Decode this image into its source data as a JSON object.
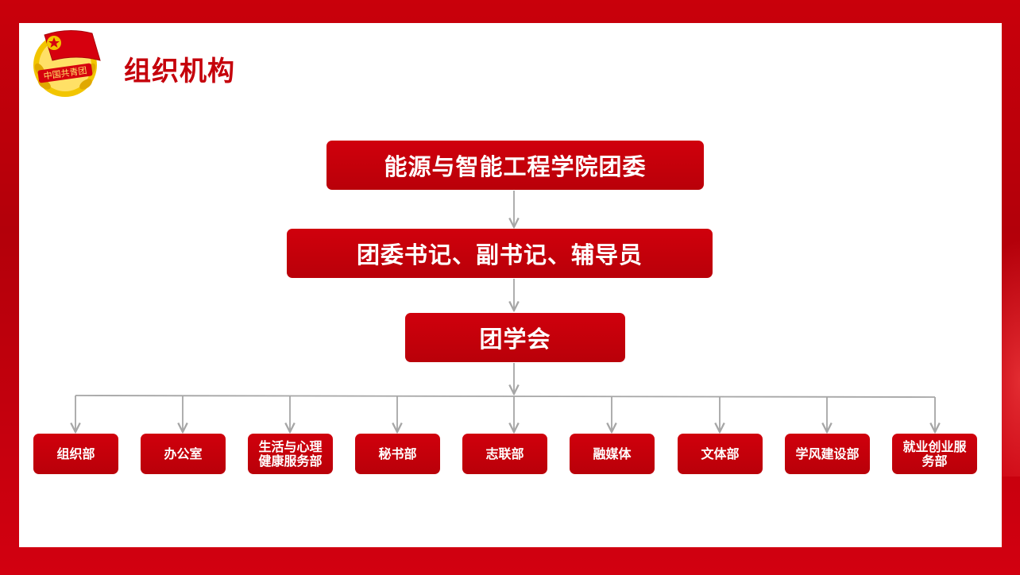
{
  "page": {
    "title": "组织机构",
    "emblem_text": "中国共青团",
    "colors": {
      "brand_red": "#c5000b",
      "node_red": "#c0000a",
      "connector_gray": "#a6a6a6",
      "emblem_gold": "#f2c500"
    }
  },
  "org": {
    "root": "能源与智能工程学院团委",
    "level2": "团委书记、副书记、辅导员",
    "level3": "团学会",
    "departments": [
      "组织部",
      "办公室",
      "生活与心理健康服务部",
      "秘书部",
      "志联部",
      "融媒体",
      "文体部",
      "学风建设部",
      "就业创业服务部"
    ]
  }
}
